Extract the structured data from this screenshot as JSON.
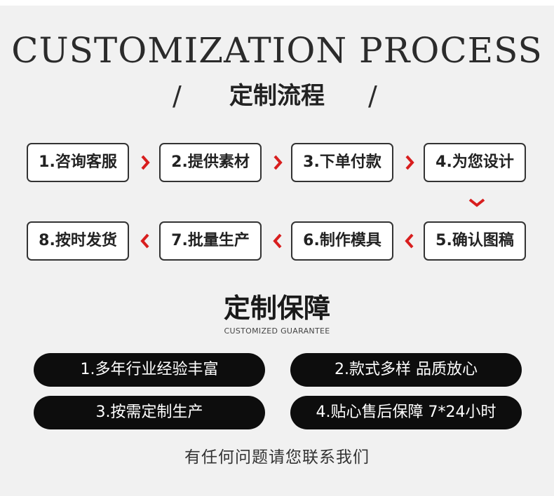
{
  "header": {
    "title_en": "CUSTOMIZATION PROCESS",
    "title_cn": "定制流程",
    "slash": "/"
  },
  "process": {
    "steps": [
      "1.咨询客服",
      "2.提供素材",
      "3.下单付款",
      "4.为您设计",
      "5.确认图稿",
      "6.制作模具",
      "7.批量生产",
      "8.按时发货"
    ],
    "arrow_color": "#d81e1e"
  },
  "guarantee": {
    "title": "定制保障",
    "subtitle": "CUSTOMIZED GUARANTEE",
    "items": [
      "1.多年行业经验丰富",
      "2.款式多样 品质放心",
      "3.按需定制生产",
      "4.贴心售后保障 7*24小时"
    ]
  },
  "footer": {
    "contact": "有任何问题请您联系我们"
  }
}
